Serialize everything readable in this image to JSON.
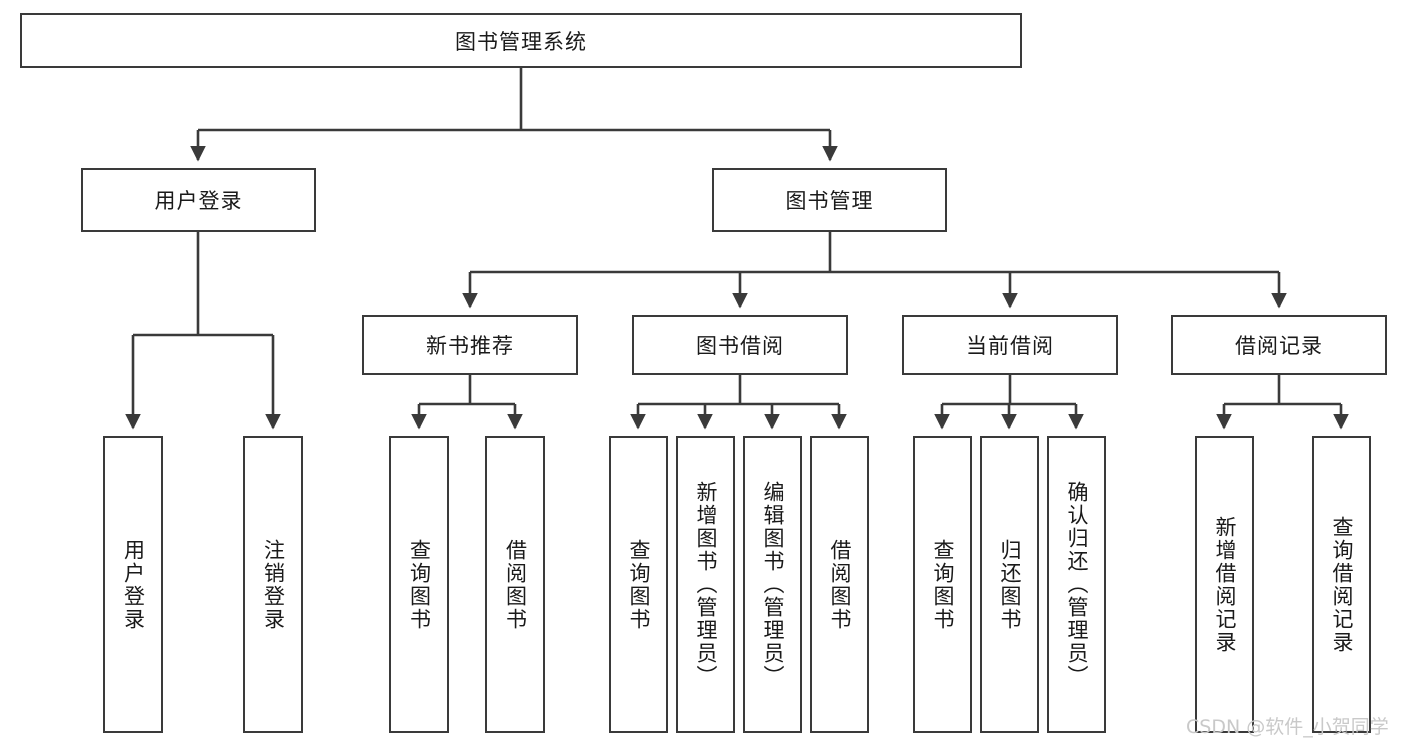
{
  "diagram": {
    "type": "tree-hierarchy-chart",
    "title": "图书管理系统",
    "watermark": "CSDN @软件_小贺同学",
    "colors": {
      "box_border": "#3a3a3a",
      "box_fill": "#ffffff",
      "connector": "#3a3a3a",
      "text": "#1a1a1a",
      "watermark": "#c9c9c9"
    },
    "root": {
      "label": "图书管理系统"
    },
    "level2": [
      {
        "id": "user-login",
        "label": "用户登录"
      },
      {
        "id": "book-management",
        "label": "图书管理"
      }
    ],
    "level3": [
      {
        "id": "new-book-recommend",
        "label": "新书推荐"
      },
      {
        "id": "book-borrow",
        "label": "图书借阅"
      },
      {
        "id": "current-borrow",
        "label": "当前借阅"
      },
      {
        "id": "borrow-record",
        "label": "借阅记录"
      }
    ],
    "leaves": {
      "user_login": [
        {
          "id": "user-login-leaf",
          "label": "用户登录"
        },
        {
          "id": "user-logout-leaf",
          "label": "注销登录"
        }
      ],
      "new_book_recommend": [
        {
          "id": "query-book-1",
          "label": "查询图书"
        },
        {
          "id": "borrow-book-1",
          "label": "借阅图书"
        }
      ],
      "book_borrow": [
        {
          "id": "query-book-2",
          "label": "查询图书"
        },
        {
          "id": "add-book",
          "label": "新增图书（管理员）"
        },
        {
          "id": "edit-book",
          "label": "编辑图书（管理员）"
        },
        {
          "id": "borrow-book-2",
          "label": "借阅图书"
        }
      ],
      "current_borrow": [
        {
          "id": "query-book-3",
          "label": "查询图书"
        },
        {
          "id": "return-book",
          "label": "归还图书"
        },
        {
          "id": "confirm-return",
          "label": "确认归还（管理员）"
        }
      ],
      "borrow_record": [
        {
          "id": "add-borrow-record",
          "label": "新增借阅记录"
        },
        {
          "id": "query-borrow-record",
          "label": "查询借阅记录"
        }
      ]
    }
  }
}
